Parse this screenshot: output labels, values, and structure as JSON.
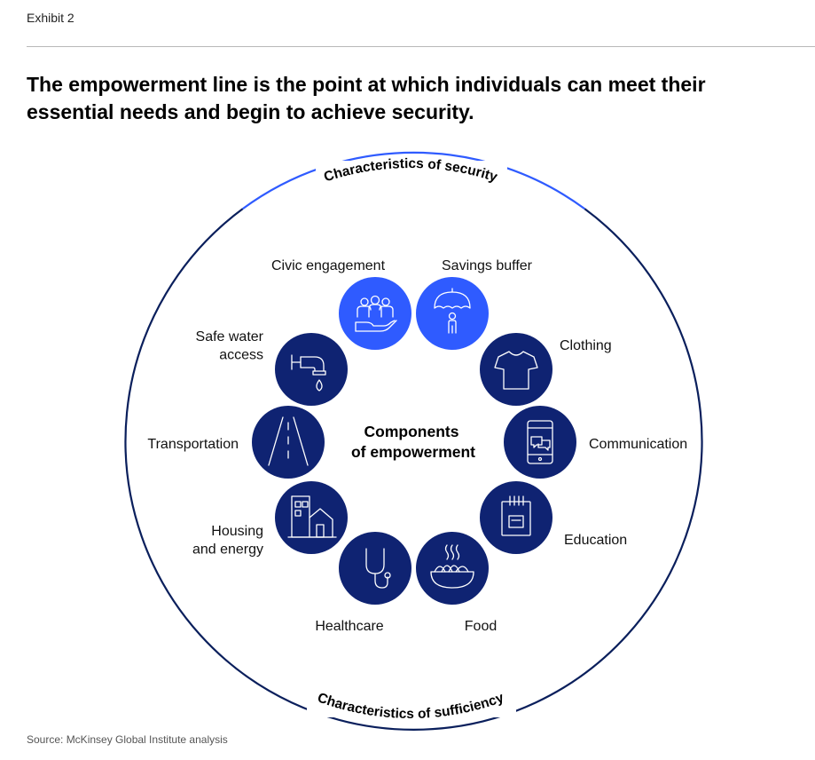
{
  "exhibit_label": "Exhibit 2",
  "title": "The empowerment line is the point at which individuals can meet their essential needs and begin to achieve security.",
  "source": "Source: McKinsey Global Institute analysis",
  "outer_ring": {
    "top_label": "Characteristics of security",
    "bottom_label": "Characteristics of sufficiency"
  },
  "center": {
    "line1": "Components",
    "line2": "of empowerment"
  },
  "colors": {
    "navy": "#0f2372",
    "bright_blue": "#2f5bff",
    "ring": "#0a1f5c"
  },
  "components": [
    {
      "icon": "community-icon",
      "label_lines": [
        "Civic engagement"
      ],
      "group": "security"
    },
    {
      "icon": "umbrella-person-icon",
      "label_lines": [
        "Savings buffer"
      ],
      "group": "security"
    },
    {
      "icon": "tshirt-icon",
      "label_lines": [
        "Clothing"
      ],
      "group": "sufficiency"
    },
    {
      "icon": "phone-chat-icon",
      "label_lines": [
        "Communication"
      ],
      "group": "sufficiency"
    },
    {
      "icon": "notebook-icon",
      "label_lines": [
        "Education"
      ],
      "group": "sufficiency"
    },
    {
      "icon": "noodle-bowl-icon",
      "label_lines": [
        "Food"
      ],
      "group": "sufficiency"
    },
    {
      "icon": "stethoscope-icon",
      "label_lines": [
        "Healthcare"
      ],
      "group": "sufficiency"
    },
    {
      "icon": "house-building-icon",
      "label_lines": [
        "Housing",
        "and energy"
      ],
      "group": "sufficiency"
    },
    {
      "icon": "road-icon",
      "label_lines": [
        "Transportation"
      ],
      "group": "sufficiency"
    },
    {
      "icon": "faucet-icon",
      "label_lines": [
        "Safe water",
        "access"
      ],
      "group": "sufficiency"
    }
  ]
}
